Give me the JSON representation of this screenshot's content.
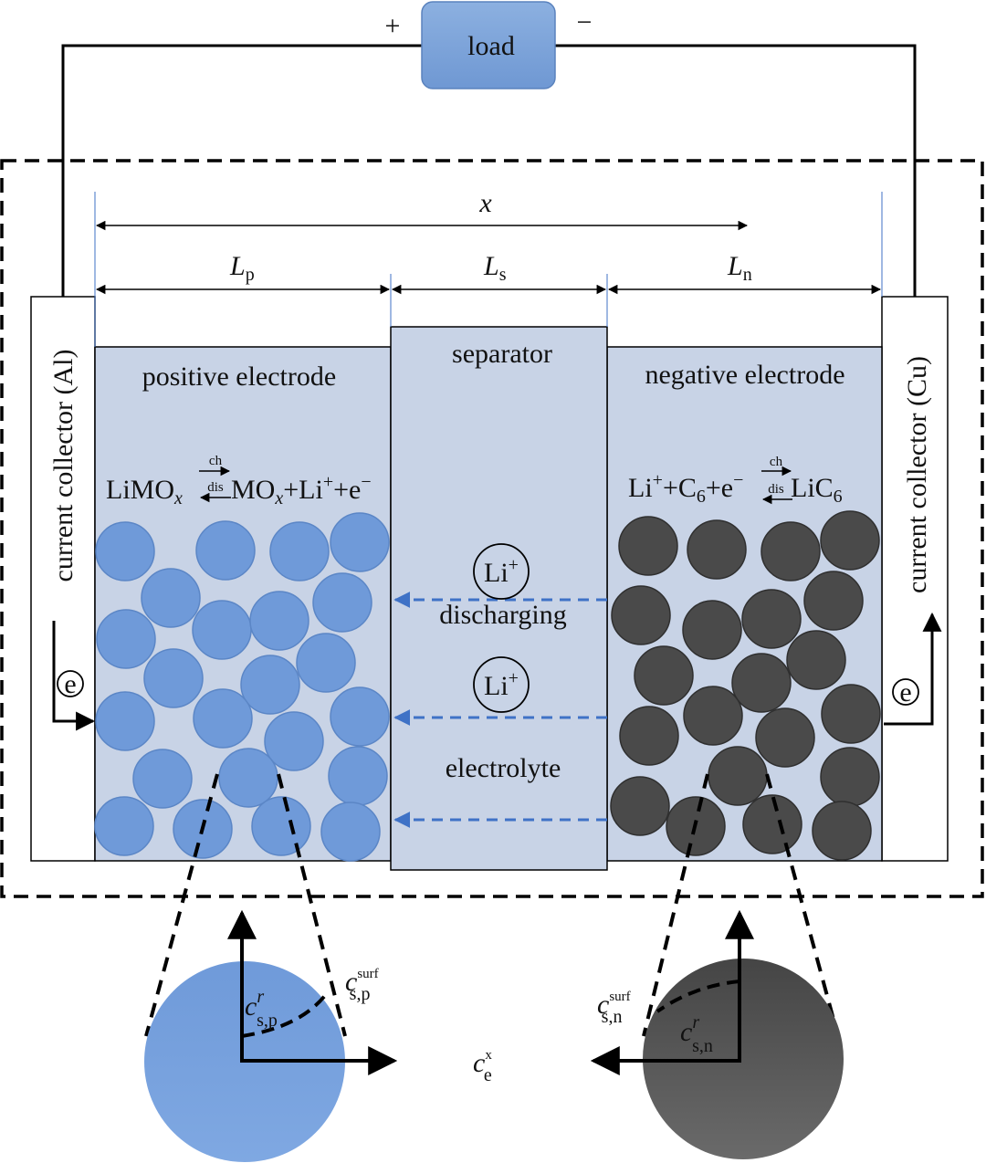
{
  "circuit": {
    "load": "load",
    "plus": "+",
    "minus": "−"
  },
  "dims": {
    "x": "x",
    "Lp": {
      "main": "L",
      "sub": "p"
    },
    "Ls": {
      "main": "L",
      "sub": "s"
    },
    "Ln": {
      "main": "L",
      "sub": "n"
    }
  },
  "cell": {
    "left_collector": "current collector (Al)",
    "right_collector": "current collector (Cu)",
    "positive": "positive electrode",
    "separator": "separator",
    "negative": "negative electrode",
    "electrolyte": "electrolyte",
    "discharging": "discharging",
    "ion": {
      "main": "Li",
      "sup": "+"
    },
    "electron": "e",
    "pos_reaction": {
      "a": "LiMO",
      "ax": "x",
      "b": "MO",
      "bx": "x",
      "c": "+Li",
      "csup": "+",
      "d": "+e",
      "dsup": "−",
      "ch": "ch",
      "dis": "dis"
    },
    "neg_reaction": {
      "a": "Li",
      "asup": "+",
      "b": "+C",
      "bsub": "6",
      "c": "+e",
      "csup": "−",
      "d": "LiC",
      "dsub": "6",
      "ch": "ch",
      "dis": "dis"
    }
  },
  "zoom": {
    "csp_r": {
      "main": "c",
      "sup": "r",
      "sub": "s,p"
    },
    "csp_surf": {
      "main": "c",
      "sup": "surf",
      "sub": "s,p"
    },
    "csn_r": {
      "main": "c",
      "sup": "r",
      "sub": "s,n"
    },
    "csn_surf": {
      "main": "c",
      "sup": "surf",
      "sub": "s,n"
    },
    "ce_x": {
      "main": "c",
      "sup": "x",
      "sub": "e"
    }
  },
  "colors": {
    "electrode_fill": "#c8d3e6",
    "positive_particle": "#6f9ad9",
    "negative_particle": "#4a4a4a",
    "load_fill": "#7ea3d8",
    "ion_arrow": "#3f72c6"
  }
}
